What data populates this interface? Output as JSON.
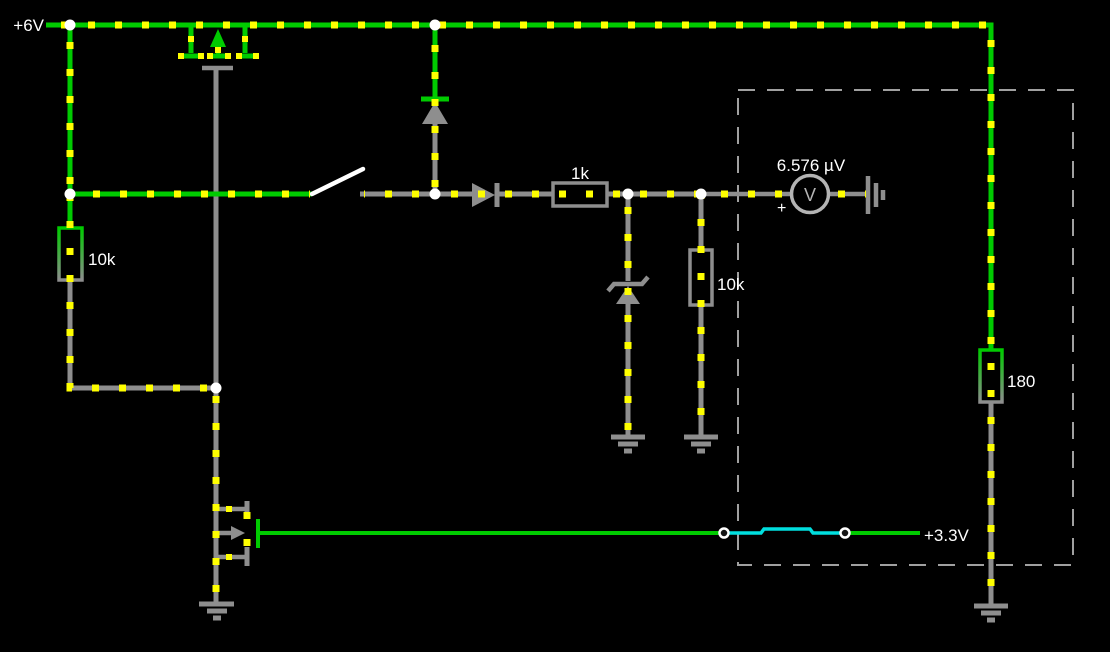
{
  "colors": {
    "background": "#000000",
    "wire_positive": "#00CB00",
    "wire_neutral": "#8E8E8E",
    "current_dot": "#FFFF00",
    "selected_wire": "#00DFDF",
    "junction_dot": "#FFFFFF",
    "switch_blade": "#FFFFFF",
    "label_text": "#FFFFFF",
    "selection_box": "#A0A0A0",
    "meter_outline": "#B4B4B4"
  },
  "power": {
    "supply_label": "+6V",
    "output_label": "+3.3V"
  },
  "voltmeter": {
    "reading": "6.576 µV",
    "symbol": "V",
    "polarity": "+"
  },
  "resistors": {
    "gate_pullup": "10k",
    "series": "1k",
    "divider": "10k",
    "load": "180"
  }
}
